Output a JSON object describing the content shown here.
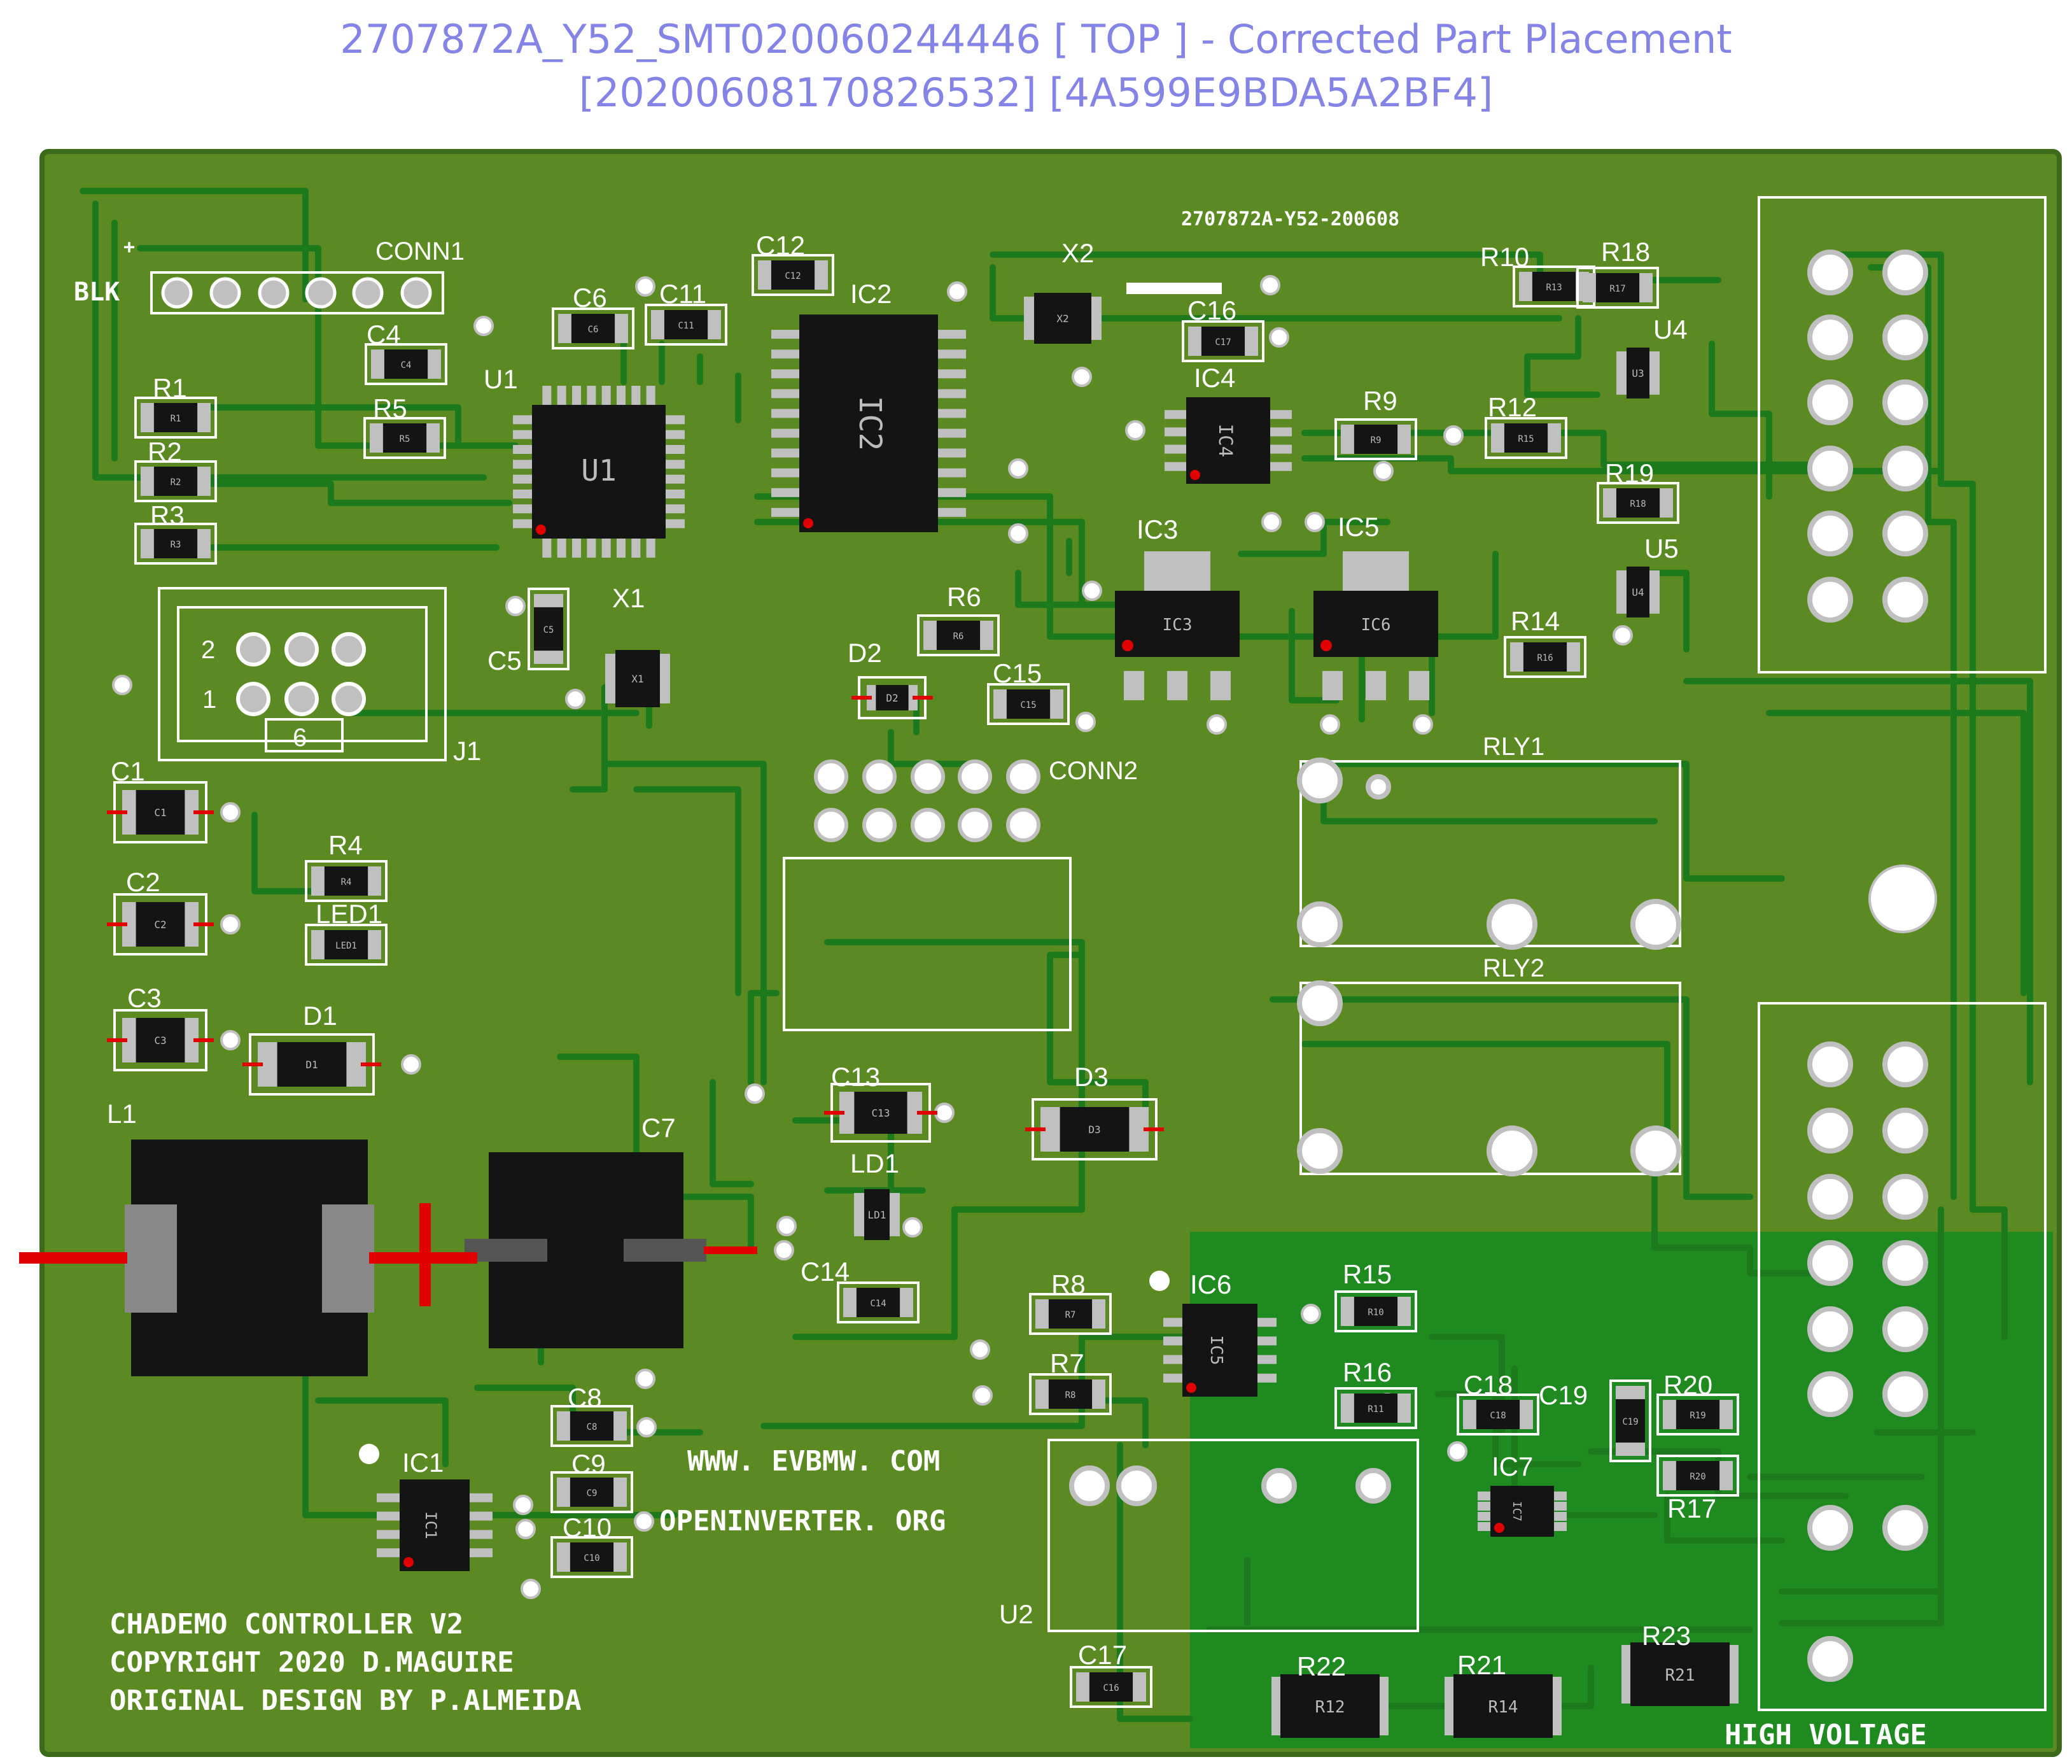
{
  "header": {
    "title": "2707872A_Y52_SMT020060244446 [ TOP ] - Corrected Part Placement",
    "subtitle": "[20200608170826532] [4A599E9BDA5A2BF4]"
  },
  "board": {
    "code": "2707872A-Y52-200608",
    "website1": "WWW. EVBMW. COM",
    "website2": "OPENINVERTER. ORG",
    "credit1": "CHADEMO CONTROLLER V2",
    "credit2": "COPYRIGHT 2020 D.MAGUIRE",
    "credit3": "ORIGINAL DESIGN BY P.ALMEIDA",
    "hv_label": "HIGH VOLTAGE",
    "blk": "BLK",
    "plus": "+",
    "j1_pins": [
      "2",
      "1",
      "6"
    ],
    "colors": {
      "board": "#5b8a22",
      "trace": "#1c7a1c",
      "hv_zone": "#1f8a1f",
      "silk": "#ffffff",
      "pad": "#c0c0c0",
      "ic_body": "#141414",
      "polarity": "#e00000"
    }
  },
  "designators": [
    {
      "ref": "CONN1",
      "pkg": ""
    },
    {
      "ref": "C4",
      "pkg": "C4"
    },
    {
      "ref": "C6",
      "pkg": "C6"
    },
    {
      "ref": "C11",
      "pkg": "C11"
    },
    {
      "ref": "C12",
      "pkg": "C12"
    },
    {
      "ref": "IC2",
      "pkg": "IC2"
    },
    {
      "ref": "X2",
      "pkg": "X2"
    },
    {
      "ref": "C16",
      "pkg": "C17"
    },
    {
      "ref": "IC4",
      "pkg": "IC4"
    },
    {
      "ref": "R10",
      "pkg": "R13"
    },
    {
      "ref": "R18",
      "pkg": "R17"
    },
    {
      "ref": "U4",
      "pkg": "U3"
    },
    {
      "ref": "R1",
      "pkg": "R1"
    },
    {
      "ref": "R2",
      "pkg": "R2"
    },
    {
      "ref": "R3",
      "pkg": "R3"
    },
    {
      "ref": "R5",
      "pkg": "R5"
    },
    {
      "ref": "U1",
      "pkg": "U1"
    },
    {
      "ref": "R9",
      "pkg": "R9"
    },
    {
      "ref": "R12",
      "pkg": "R15"
    },
    {
      "ref": "R19",
      "pkg": "R18"
    },
    {
      "ref": "U5",
      "pkg": "U4"
    },
    {
      "ref": "IC3",
      "pkg": "IC3"
    },
    {
      "ref": "IC5",
      "pkg": "IC6"
    },
    {
      "ref": "R14",
      "pkg": "R16"
    },
    {
      "ref": "X1",
      "pkg": "X1"
    },
    {
      "ref": "C5",
      "pkg": "C5"
    },
    {
      "ref": "R6",
      "pkg": "R6"
    },
    {
      "ref": "D2",
      "pkg": "D2"
    },
    {
      "ref": "C15",
      "pkg": "C15"
    },
    {
      "ref": "J1",
      "pkg": ""
    },
    {
      "ref": "CONN2",
      "pkg": ""
    },
    {
      "ref": "RLY1",
      "pkg": ""
    },
    {
      "ref": "C1",
      "pkg": "C1"
    },
    {
      "ref": "R4",
      "pkg": "R4"
    },
    {
      "ref": "LED1",
      "pkg": "LED1"
    },
    {
      "ref": "C2",
      "pkg": "C2"
    },
    {
      "ref": "RLY2",
      "pkg": ""
    },
    {
      "ref": "C3",
      "pkg": "C3"
    },
    {
      "ref": "D1",
      "pkg": "D1"
    },
    {
      "ref": "C13",
      "pkg": "C13"
    },
    {
      "ref": "D3",
      "pkg": "D3"
    },
    {
      "ref": "L1",
      "pkg": "L1"
    },
    {
      "ref": "C7",
      "pkg": "C7"
    },
    {
      "ref": "LD1",
      "pkg": "LD1"
    },
    {
      "ref": "C14",
      "pkg": "C14"
    },
    {
      "ref": "R8",
      "pkg": "R7"
    },
    {
      "ref": "IC6",
      "pkg": "IC5"
    },
    {
      "ref": "R15",
      "pkg": "R10"
    },
    {
      "ref": "R7",
      "pkg": "R8"
    },
    {
      "ref": "R16",
      "pkg": "R11"
    },
    {
      "ref": "C18",
      "pkg": "C18"
    },
    {
      "ref": "C19",
      "pkg": "C19"
    },
    {
      "ref": "R20",
      "pkg": "R19"
    },
    {
      "ref": "C8",
      "pkg": "C8"
    },
    {
      "ref": "IC1",
      "pkg": "IC1"
    },
    {
      "ref": "C9",
      "pkg": "C9"
    },
    {
      "ref": "IC7",
      "pkg": "IC7"
    },
    {
      "ref": "R17",
      "pkg": "R20"
    },
    {
      "ref": "C10",
      "pkg": "C10"
    },
    {
      "ref": "U2",
      "pkg": ""
    },
    {
      "ref": "C17",
      "pkg": "C16"
    },
    {
      "ref": "R22",
      "pkg": "R12"
    },
    {
      "ref": "R21",
      "pkg": "R14"
    },
    {
      "ref": "R23",
      "pkg": "R21"
    }
  ]
}
